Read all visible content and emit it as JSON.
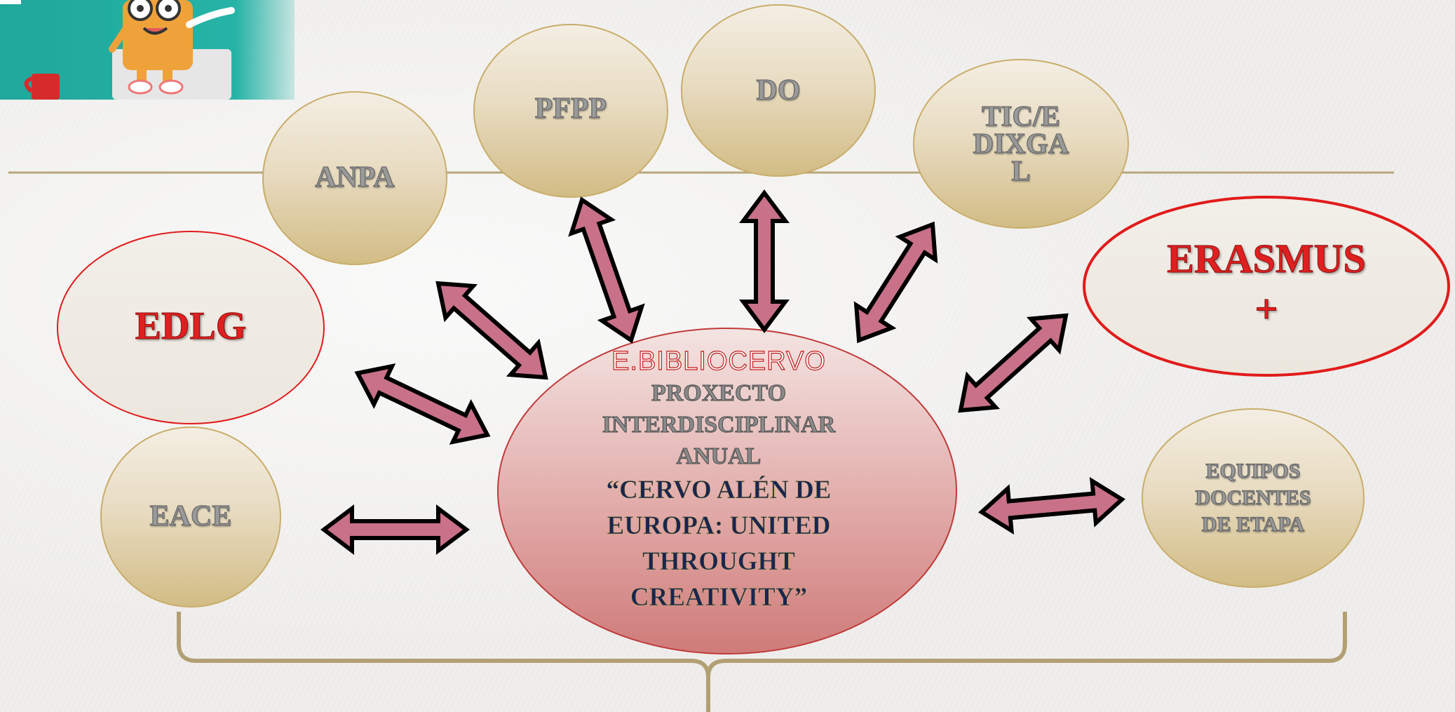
{
  "nodes": {
    "anpa": "ANPA",
    "pfpp": "PFPP",
    "do": "DO",
    "tic": [
      "TIC/E",
      "DIXGA",
      "L"
    ],
    "edlg": "EDLG",
    "erasmus": [
      "ERASMUS",
      "+"
    ],
    "eace": "EACE",
    "equipos": [
      "EQUIPOS",
      "DOCENTES",
      "DE ETAPA"
    ]
  },
  "center": {
    "title": "E.BIBLIOCERVO",
    "sub": [
      "PROXECTO",
      "INTERDISCIPLINAR",
      "ANUAL"
    ],
    "quote": [
      "“CERVO ALÉN DE",
      "EUROPA: UNITED",
      "THROUGHT",
      "CREATIVITY”"
    ]
  },
  "colors": {
    "node_fill_top": "#f3ece0",
    "node_fill_bottom": "#d6c18f",
    "node_stroke": "#c9ad6a",
    "center_fill_top": "#f2dada",
    "center_fill_bottom": "#d27f7e",
    "arrow_fill": "#c87188",
    "red_ellipse_stroke": "#e11b1b",
    "line_color": "#b8a77c"
  }
}
